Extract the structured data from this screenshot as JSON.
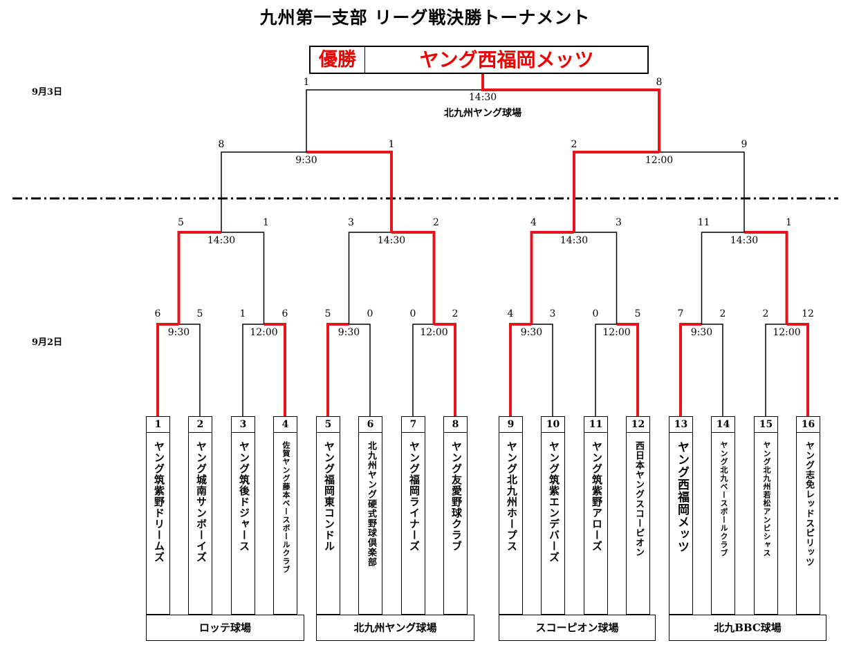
{
  "title": "九州第一支部 リーグ戦決勝トーナメント",
  "champion": {
    "label": "優勝",
    "name": "ヤング西福岡メッツ"
  },
  "dates": {
    "day2": "9月2日",
    "day3": "9月3日"
  },
  "final": {
    "time": "14:30",
    "venue": "北九州ヤング球場",
    "score_left": "1",
    "score_right": "8"
  },
  "semis": [
    {
      "time": "9:30",
      "score_left": "8",
      "score_right": "1"
    },
    {
      "time": "12:00",
      "score_left": "2",
      "score_right": "9"
    }
  ],
  "quarters": [
    {
      "time": "14:30",
      "score_left": "5",
      "score_right": "1"
    },
    {
      "time": "14:30",
      "score_left": "3",
      "score_right": "2"
    },
    {
      "time": "14:30",
      "score_left": "4",
      "score_right": "3"
    },
    {
      "time": "14:30",
      "score_left": "11",
      "score_right": "1"
    }
  ],
  "round1": [
    {
      "time": "9:30",
      "score_left": "6",
      "score_right": "5"
    },
    {
      "time": "12:00",
      "score_left": "1",
      "score_right": "6"
    },
    {
      "time": "9:30",
      "score_left": "5",
      "score_right": "0"
    },
    {
      "time": "12:00",
      "score_left": "0",
      "score_right": "2"
    },
    {
      "time": "9:30",
      "score_left": "4",
      "score_right": "3"
    },
    {
      "time": "12:00",
      "score_left": "0",
      "score_right": "5"
    },
    {
      "time": "9:30",
      "score_left": "7",
      "score_right": "2"
    },
    {
      "time": "12:00",
      "score_left": "2",
      "score_right": "12"
    }
  ],
  "teams": [
    {
      "num": "1",
      "name": "ヤング筑紫野ドリームズ"
    },
    {
      "num": "2",
      "name": "ヤング城南サンボーイズ"
    },
    {
      "num": "3",
      "name": "ヤング筑後ドジャース"
    },
    {
      "num": "4",
      "name": "佐賀ヤング藤本ベースボールクラブ"
    },
    {
      "num": "5",
      "name": "ヤング福岡東コンドル"
    },
    {
      "num": "6",
      "name": "北九州ヤング硬式野球倶楽部"
    },
    {
      "num": "7",
      "name": "ヤング福岡ライナーズ"
    },
    {
      "num": "8",
      "name": "ヤング友愛野球クラブ"
    },
    {
      "num": "9",
      "name": "ヤング北九州ホープス"
    },
    {
      "num": "10",
      "name": "ヤング筑紫エンデバーズ"
    },
    {
      "num": "11",
      "name": "ヤング筑紫野アローズ"
    },
    {
      "num": "12",
      "name": "西日本ヤングスコーピオン"
    },
    {
      "num": "13",
      "name": "ヤング西福岡メッツ"
    },
    {
      "num": "14",
      "name": "ヤング北九ベースボールクラブ"
    },
    {
      "num": "15",
      "name": "ヤング北九州若松アンビシャス"
    },
    {
      "num": "16",
      "name": "ヤング志免レッドスピリッツ"
    }
  ],
  "venues": [
    "ロッテ球場",
    "北九州ヤング球場",
    "スコーピオン球場",
    "北九BBC球場"
  ],
  "colors": {
    "winner_line": "#e8141b",
    "line": "#000000"
  }
}
